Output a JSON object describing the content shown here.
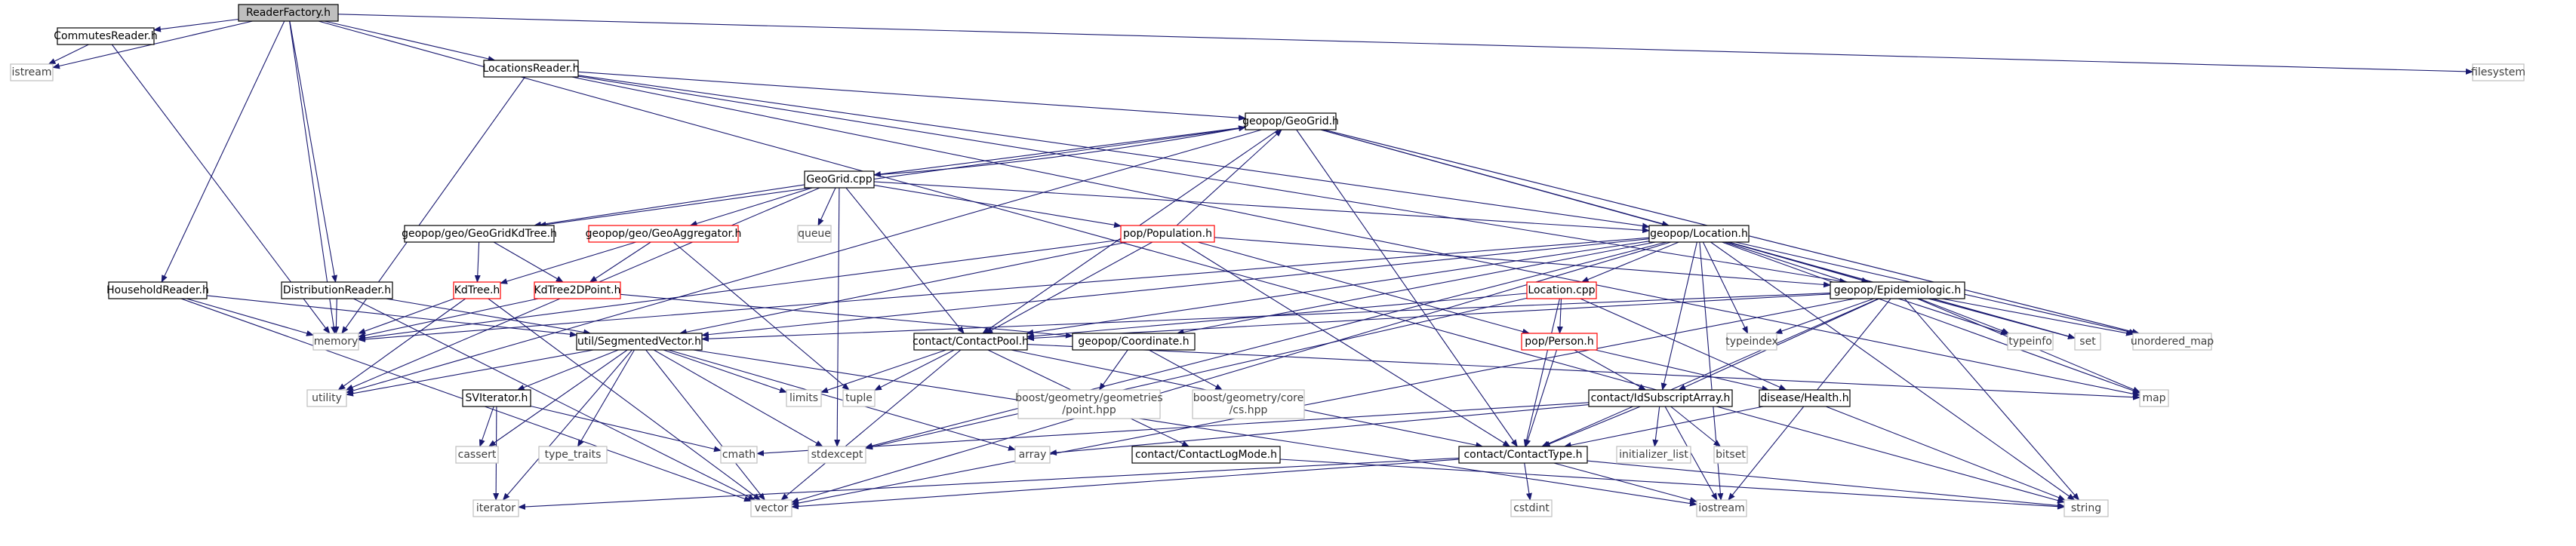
{
  "colors": {
    "edge": "#191970",
    "box_default": "#000000",
    "box_red": "#ff0000",
    "box_gray": "#bfbfbf",
    "root_fill": "#bfbfbf",
    "text_dark": "#000000",
    "text_light": "#3f3f3f"
  },
  "nodes": [
    {
      "id": "readerfactory",
      "label": "ReaderFactory.h",
      "kind": "root"
    },
    {
      "id": "commutesreader",
      "label": "CommutesReader.h",
      "kind": "default"
    },
    {
      "id": "istream",
      "label": "istream",
      "kind": "gray"
    },
    {
      "id": "locationsreader",
      "label": "LocationsReader.h",
      "kind": "default"
    },
    {
      "id": "filesystem",
      "label": "filesystem",
      "kind": "gray"
    },
    {
      "id": "geogrid_h",
      "label": "geopop/GeoGrid.h",
      "kind": "default"
    },
    {
      "id": "geogrid_cpp",
      "label": "GeoGrid.cpp",
      "kind": "default"
    },
    {
      "id": "kdtree_geogrid",
      "label": "geopop/geo/GeoGridKdTree.h",
      "kind": "default"
    },
    {
      "id": "geoaggregator",
      "label": "geopop/geo/GeoAggregator.h",
      "kind": "red"
    },
    {
      "id": "queue",
      "label": "queue",
      "kind": "gray"
    },
    {
      "id": "population",
      "label": "pop/Population.h",
      "kind": "red"
    },
    {
      "id": "location_h",
      "label": "geopop/Location.h",
      "kind": "default"
    },
    {
      "id": "kdtree",
      "label": "KdTree.h",
      "kind": "red"
    },
    {
      "id": "kdtree2d",
      "label": "KdTree2DPoint.h",
      "kind": "red"
    },
    {
      "id": "householdreader",
      "label": "HouseholdReader.h",
      "kind": "default"
    },
    {
      "id": "distributionreader",
      "label": "DistributionReader.h",
      "kind": "default"
    },
    {
      "id": "memory",
      "label": "memory",
      "kind": "gray"
    },
    {
      "id": "segmentedvector",
      "label": "util/SegmentedVector.h",
      "kind": "default"
    },
    {
      "id": "location_cpp",
      "label": "Location.cpp",
      "kind": "red"
    },
    {
      "id": "epidemiologic",
      "label": "geopop/Epidemiologic.h",
      "kind": "default"
    },
    {
      "id": "contactpool",
      "label": "contact/ContactPool.h",
      "kind": "default"
    },
    {
      "id": "coordinate",
      "label": "geopop/Coordinate.h",
      "kind": "default"
    },
    {
      "id": "person",
      "label": "pop/Person.h",
      "kind": "red"
    },
    {
      "id": "typeindex",
      "label": "typeindex",
      "kind": "gray"
    },
    {
      "id": "typeinfo",
      "label": "typeinfo",
      "kind": "gray"
    },
    {
      "id": "set",
      "label": "set",
      "kind": "gray"
    },
    {
      "id": "unordered_map",
      "label": "unordered_map",
      "kind": "gray"
    },
    {
      "id": "utility",
      "label": "utility",
      "kind": "gray"
    },
    {
      "id": "limits",
      "label": "limits",
      "kind": "gray"
    },
    {
      "id": "tuple",
      "label": "tuple",
      "kind": "gray"
    },
    {
      "id": "boost_point",
      "label": [
        "boost/geometry/geometries",
        "/point.hpp"
      ],
      "kind": "gray"
    },
    {
      "id": "boost_cs",
      "label": [
        "boost/geometry/core",
        "/cs.hpp"
      ],
      "kind": "gray"
    },
    {
      "id": "idsubscriptarray",
      "label": "contact/IdSubscriptArray.h",
      "kind": "default"
    },
    {
      "id": "health",
      "label": "disease/Health.h",
      "kind": "default"
    },
    {
      "id": "map",
      "label": "map",
      "kind": "gray"
    },
    {
      "id": "sviterator",
      "label": "SVIterator.h",
      "kind": "default"
    },
    {
      "id": "cassert",
      "label": "cassert",
      "kind": "gray"
    },
    {
      "id": "type_traits",
      "label": "type_traits",
      "kind": "gray"
    },
    {
      "id": "cmath",
      "label": "cmath",
      "kind": "gray"
    },
    {
      "id": "stdexcept",
      "label": "stdexcept",
      "kind": "gray"
    },
    {
      "id": "array",
      "label": "array",
      "kind": "gray"
    },
    {
      "id": "contactlogmode",
      "label": "contact/ContactLogMode.h",
      "kind": "default"
    },
    {
      "id": "contacttype",
      "label": "contact/ContactType.h",
      "kind": "default"
    },
    {
      "id": "initializer_list",
      "label": "initializer_list",
      "kind": "gray"
    },
    {
      "id": "bitset",
      "label": "bitset",
      "kind": "gray"
    },
    {
      "id": "iterator",
      "label": "iterator",
      "kind": "gray"
    },
    {
      "id": "vector",
      "label": "vector",
      "kind": "gray"
    },
    {
      "id": "cstdint",
      "label": "cstdint",
      "kind": "gray"
    },
    {
      "id": "iostream",
      "label": "iostream",
      "kind": "gray"
    },
    {
      "id": "string",
      "label": "string",
      "kind": "gray"
    }
  ],
  "edges": [
    [
      "readerfactory",
      "commutesreader"
    ],
    [
      "readerfactory",
      "istream"
    ],
    [
      "readerfactory",
      "locationsreader"
    ],
    [
      "readerfactory",
      "filesystem"
    ],
    [
      "readerfactory",
      "householdreader"
    ],
    [
      "readerfactory",
      "distributionreader"
    ],
    [
      "readerfactory",
      "memory"
    ],
    [
      "readerfactory",
      "string"
    ],
    [
      "commutesreader",
      "istream"
    ],
    [
      "commutesreader",
      "memory"
    ],
    [
      "locationsreader",
      "geogrid_h"
    ],
    [
      "locationsreader",
      "location_h"
    ],
    [
      "locationsreader",
      "epidemiologic"
    ],
    [
      "locationsreader",
      "memory"
    ],
    [
      "locationsreader",
      "map"
    ],
    [
      "geogrid_h",
      "geogrid_cpp"
    ],
    [
      "geogrid_h",
      "kdtree_geogrid"
    ],
    [
      "geogrid_h",
      "location_h"
    ],
    [
      "geogrid_h",
      "contactpool"
    ],
    [
      "geogrid_h",
      "contacttype"
    ],
    [
      "geogrid_h",
      "set"
    ],
    [
      "geogrid_h",
      "unordered_map"
    ],
    [
      "geogrid_h",
      "utility"
    ],
    [
      "geogrid_cpp",
      "geogrid_h"
    ],
    [
      "geogrid_cpp",
      "kdtree_geogrid"
    ],
    [
      "geogrid_cpp",
      "geoaggregator"
    ],
    [
      "geogrid_cpp",
      "queue"
    ],
    [
      "geogrid_cpp",
      "population"
    ],
    [
      "geogrid_cpp",
      "location_h"
    ],
    [
      "geogrid_cpp",
      "contactpool"
    ],
    [
      "geogrid_cpp",
      "stdexcept"
    ],
    [
      "geogrid_cpp",
      "utility"
    ],
    [
      "kdtree_geogrid",
      "kdtree"
    ],
    [
      "kdtree_geogrid",
      "kdtree2d"
    ],
    [
      "geoaggregator",
      "kdtree"
    ],
    [
      "geoaggregator",
      "kdtree2d"
    ],
    [
      "geoaggregator",
      "tuple"
    ],
    [
      "population",
      "geogrid_h"
    ],
    [
      "population",
      "epidemiologic"
    ],
    [
      "population",
      "person"
    ],
    [
      "population",
      "contactpool"
    ],
    [
      "population",
      "segmentedvector"
    ],
    [
      "population",
      "memory"
    ],
    [
      "population",
      "contacttype"
    ],
    [
      "location_h",
      "location_cpp"
    ],
    [
      "location_h",
      "epidemiologic"
    ],
    [
      "location_h",
      "contactpool"
    ],
    [
      "location_h",
      "coordinate"
    ],
    [
      "location_h",
      "segmentedvector"
    ],
    [
      "location_h",
      "idsubscriptarray"
    ],
    [
      "location_h",
      "typeindex"
    ],
    [
      "location_h",
      "typeinfo"
    ],
    [
      "location_h",
      "set"
    ],
    [
      "location_h",
      "unordered_map"
    ],
    [
      "location_h",
      "map"
    ],
    [
      "location_h",
      "memory"
    ],
    [
      "location_h",
      "string"
    ],
    [
      "location_h",
      "iostream"
    ],
    [
      "location_h",
      "vector"
    ],
    [
      "location_h",
      "stdexcept"
    ],
    [
      "kdtree",
      "memory"
    ],
    [
      "kdtree",
      "utility"
    ],
    [
      "kdtree",
      "vector"
    ],
    [
      "kdtree2d",
      "memory"
    ],
    [
      "kdtree2d",
      "coordinate"
    ],
    [
      "householdreader",
      "memory"
    ],
    [
      "householdreader",
      "segmentedvector"
    ],
    [
      "householdreader",
      "vector"
    ],
    [
      "distributionreader",
      "memory"
    ],
    [
      "distributionreader",
      "vector"
    ],
    [
      "distributionreader",
      "segmentedvector"
    ],
    [
      "segmentedvector",
      "sviterator"
    ],
    [
      "segmentedvector",
      "utility"
    ],
    [
      "segmentedvector",
      "limits"
    ],
    [
      "segmentedvector",
      "cassert"
    ],
    [
      "segmentedvector",
      "type_traits"
    ],
    [
      "segmentedvector",
      "stdexcept"
    ],
    [
      "segmentedvector",
      "array"
    ],
    [
      "segmentedvector",
      "vector"
    ],
    [
      "segmentedvector",
      "iterator"
    ],
    [
      "segmentedvector",
      "iostream"
    ],
    [
      "location_cpp",
      "person"
    ],
    [
      "location_cpp",
      "health"
    ],
    [
      "location_cpp",
      "contactpool"
    ],
    [
      "location_cpp",
      "stdexcept"
    ],
    [
      "location_cpp",
      "contacttype"
    ],
    [
      "epidemiologic",
      "segmentedvector"
    ],
    [
      "epidemiologic",
      "contactpool"
    ],
    [
      "epidemiologic",
      "idsubscriptarray"
    ],
    [
      "epidemiologic",
      "contacttype"
    ],
    [
      "epidemiologic",
      "typeindex"
    ],
    [
      "epidemiologic",
      "typeinfo"
    ],
    [
      "epidemiologic",
      "set"
    ],
    [
      "epidemiologic",
      "unordered_map"
    ],
    [
      "epidemiologic",
      "map"
    ],
    [
      "epidemiologic",
      "string"
    ],
    [
      "epidemiologic",
      "iostream"
    ],
    [
      "epidemiologic",
      "vector"
    ],
    [
      "contactpool",
      "contactlogmode"
    ],
    [
      "contactpool",
      "contacttype"
    ],
    [
      "contactpool",
      "limits"
    ],
    [
      "contactpool",
      "tuple"
    ],
    [
      "contactpool",
      "vector"
    ],
    [
      "contactpool",
      "map"
    ],
    [
      "coordinate",
      "boost_point"
    ],
    [
      "coordinate",
      "boost_cs"
    ],
    [
      "person",
      "idsubscriptarray"
    ],
    [
      "person",
      "health"
    ],
    [
      "person",
      "contacttype"
    ],
    [
      "idsubscriptarray",
      "contacttype"
    ],
    [
      "idsubscriptarray",
      "initializer_list"
    ],
    [
      "idsubscriptarray",
      "bitset"
    ],
    [
      "idsubscriptarray",
      "array"
    ],
    [
      "idsubscriptarray",
      "cmath"
    ],
    [
      "idsubscriptarray",
      "iostream"
    ],
    [
      "health",
      "contacttype"
    ],
    [
      "health",
      "string"
    ],
    [
      "sviterator",
      "cassert"
    ],
    [
      "sviterator",
      "iterator"
    ],
    [
      "sviterator",
      "cmath"
    ],
    [
      "contactlogmode",
      "string"
    ],
    [
      "contacttype",
      "iterator"
    ],
    [
      "contacttype",
      "cstdint"
    ],
    [
      "contacttype",
      "iostream"
    ],
    [
      "contacttype",
      "string"
    ],
    [
      "contacttype",
      "vector"
    ]
  ]
}
